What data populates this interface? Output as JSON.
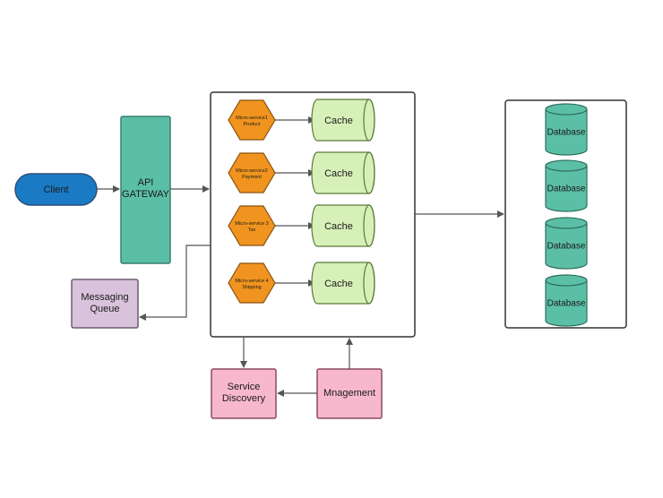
{
  "client": {
    "label": "Client"
  },
  "gateway": {
    "line1": "API",
    "line2": "GATEWAY"
  },
  "messaging": {
    "line1": "Messaging",
    "line2": "Queue"
  },
  "microservices": [
    {
      "line1": "Micro-service1",
      "line2": "Product",
      "cache": "Cache"
    },
    {
      "line1": "Micro-service2",
      "line2": "Payment",
      "cache": "Cache"
    },
    {
      "line1": "Micro-service 3",
      "line2": "Tax",
      "cache": "Cache"
    },
    {
      "line1": "Micro-service 4",
      "line2": "Shipping",
      "cache": "Cache"
    }
  ],
  "databases": [
    {
      "label": "Database"
    },
    {
      "label": "Database"
    },
    {
      "label": "Database"
    },
    {
      "label": "Database"
    }
  ],
  "service_discovery": {
    "line1": "Service",
    "line2": "Discovery"
  },
  "management": {
    "label": "Mnagement"
  },
  "colors": {
    "client_fill": "#1a7ac4",
    "client_stroke": "#2a4f7a",
    "gateway_fill": "#5bbfa6",
    "gateway_stroke": "#3a7f6e",
    "messaging_fill": "#d9c2dc",
    "messaging_stroke": "#6e5a72",
    "hex_fill": "#f0941f",
    "hex_stroke": "#8a5212",
    "cache_fill": "#d7f0b8",
    "cache_stroke": "#5a7a3a",
    "db_fill": "#5bbfa6",
    "db_stroke": "#2f6e5e",
    "pink_fill": "#f7b8cd",
    "pink_stroke": "#8a4a5e",
    "container_stroke": "#333333"
  }
}
